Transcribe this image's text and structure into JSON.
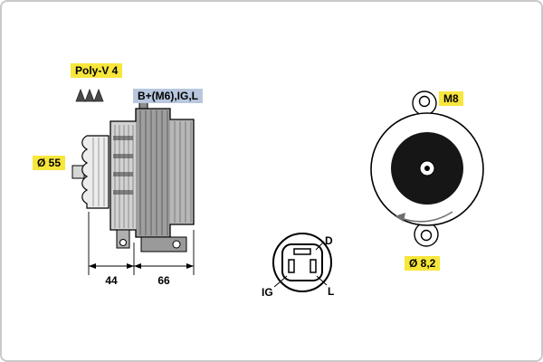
{
  "labels": {
    "belt_type": "Poly-V 4",
    "terminals": "B+(M6),IG,L",
    "pulley_diameter": "Ø 55",
    "dim_pulley_width": "44",
    "dim_body_length": "66",
    "mount_thread": "M8",
    "mount_hole_diameter": "Ø 8,2",
    "connector_pin_d": "D",
    "connector_pin_ig": "IG",
    "connector_pin_l": "L"
  },
  "colors": {
    "highlight_yellow": "#f7e63b",
    "highlight_blue": "#b8c7de",
    "line": "#000000",
    "rotor_black": "#161616",
    "frame_border": "#c9c9c9"
  }
}
